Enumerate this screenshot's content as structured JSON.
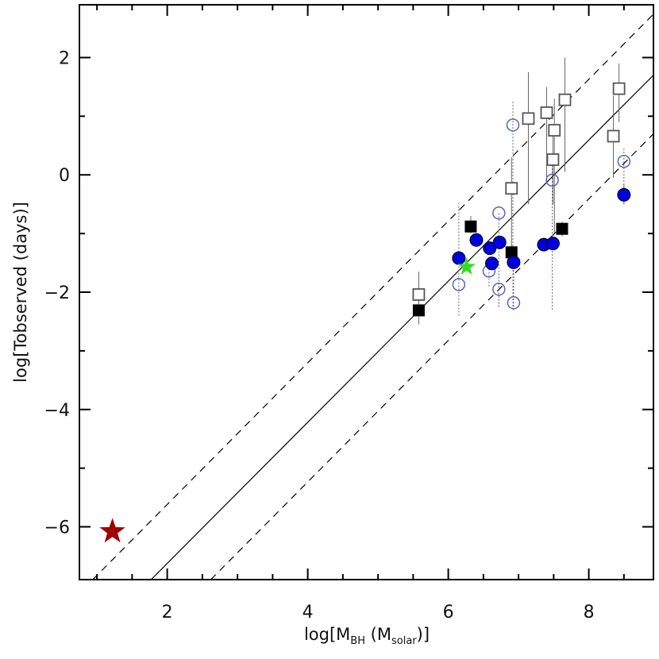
{
  "chart_data": {
    "type": "scatter",
    "title": "",
    "xlabel": "log[M_BH (M_solar)]",
    "xlabel_parts": {
      "prefix": "log[M",
      "sub1": "BH",
      "mid": " (M",
      "sub2": "solar",
      "suffix": ")]"
    },
    "ylabel": "log[Tobserved (days)]",
    "xlim": [
      0.75,
      8.92
    ],
    "ylim": [
      -6.9,
      2.9
    ],
    "x_ticks": [
      2,
      4,
      6,
      8
    ],
    "x_tick_labels": [
      "2",
      "4",
      "6",
      "8"
    ],
    "x_minor_step": 0.5,
    "y_ticks": [
      -6,
      -4,
      -2,
      0,
      2
    ],
    "y_tick_labels": [
      "−6",
      "−4",
      "−2",
      "0",
      "2"
    ],
    "y_minor_step": 1,
    "grid": false,
    "legend": null,
    "lines": [
      {
        "name": "best-fit",
        "style": "solid",
        "x": [
          1.77,
          8.92
        ],
        "y": [
          -6.9,
          1.7
        ]
      },
      {
        "name": "upper-scatter",
        "style": "dashed",
        "x": [
          0.94,
          8.92
        ],
        "y": [
          -6.9,
          2.74
        ]
      },
      {
        "name": "lower-scatter",
        "style": "dashed",
        "x": [
          2.62,
          8.92
        ],
        "y": [
          -6.9,
          0.7
        ]
      }
    ],
    "series": [
      {
        "name": "open-squares",
        "marker": "square-open",
        "color": "#555555",
        "points": [
          {
            "x": 5.58,
            "y": -2.04,
            "err_lo": -2.3,
            "err_hi": -1.65
          },
          {
            "x": 6.9,
            "y": -0.23,
            "err_lo": -1.3,
            "err_hi": 0.3
          },
          {
            "x": 7.14,
            "y": 0.96,
            "err_lo": -0.5,
            "err_hi": 1.75
          },
          {
            "x": 7.4,
            "y": 1.06,
            "err_lo": -0.1,
            "err_hi": 1.5
          },
          {
            "x": 7.51,
            "y": 0.76,
            "err_lo": -1.0,
            "err_hi": 1.3
          },
          {
            "x": 7.49,
            "y": 0.26,
            "err_lo": -0.5,
            "err_hi": 0.7
          },
          {
            "x": 7.66,
            "y": 1.28,
            "err_lo": 0.05,
            "err_hi": 2.0
          },
          {
            "x": 8.43,
            "y": 1.47,
            "err_lo": 0.9,
            "err_hi": 1.9
          },
          {
            "x": 8.35,
            "y": 0.66,
            "err_lo": -0.05,
            "err_hi": 1.35
          }
        ]
      },
      {
        "name": "filled-squares",
        "marker": "square-filled",
        "color": "#000000",
        "points": [
          {
            "x": 5.58,
            "y": -2.31,
            "err_lo": -2.55,
            "err_hi": -2.05
          },
          {
            "x": 6.32,
            "y": -0.88,
            "err_lo": -1.0,
            "err_hi": -0.7
          },
          {
            "x": 6.9,
            "y": -1.32,
            "err_lo": -1.45,
            "err_hi": -1.2
          },
          {
            "x": 7.62,
            "y": -0.92,
            "err_lo": -1.05,
            "err_hi": -0.8
          }
        ]
      },
      {
        "name": "filled-circles",
        "marker": "circle-filled",
        "color": "#0000dd",
        "points": [
          {
            "x": 6.15,
            "y": -1.42
          },
          {
            "x": 6.4,
            "y": -1.11
          },
          {
            "x": 6.59,
            "y": -1.25
          },
          {
            "x": 6.73,
            "y": -1.15
          },
          {
            "x": 6.62,
            "y": -1.51
          },
          {
            "x": 6.93,
            "y": -1.49
          },
          {
            "x": 7.36,
            "y": -1.19
          },
          {
            "x": 7.49,
            "y": -1.17
          },
          {
            "x": 8.5,
            "y": -0.34,
            "err_lo": -0.5,
            "err_hi": -0.15
          }
        ]
      },
      {
        "name": "open-circles",
        "marker": "circle-open",
        "color": "#5566bb",
        "points": [
          {
            "x": 6.15,
            "y": -1.87,
            "err_lo": -2.4,
            "err_hi": -0.45
          },
          {
            "x": 6.92,
            "y": 0.85,
            "err_lo": -2.3,
            "err_hi": 1.25
          },
          {
            "x": 6.72,
            "y": -0.65,
            "err_lo": -2.25,
            "err_hi": -0.65
          },
          {
            "x": 6.58,
            "y": -1.64,
            "err_lo": -1.9,
            "err_hi": -1.4
          },
          {
            "x": 6.72,
            "y": -1.95,
            "err_lo": -2.25,
            "err_hi": -1.65
          },
          {
            "x": 6.93,
            "y": -2.18,
            "err_lo": -2.3,
            "err_hi": -1.6
          },
          {
            "x": 7.48,
            "y": -0.09,
            "err_lo": -2.3,
            "err_hi": 0.3
          },
          {
            "x": 8.5,
            "y": 0.23,
            "err_lo": -0.5,
            "err_hi": 0.45
          }
        ]
      },
      {
        "name": "green-star",
        "marker": "star",
        "color": "#33dd22",
        "points": [
          {
            "x": 6.26,
            "y": -1.57
          }
        ]
      },
      {
        "name": "red-star",
        "marker": "star",
        "color": "#a00000",
        "points": [
          {
            "x": 1.22,
            "y": -6.08
          }
        ]
      }
    ]
  }
}
